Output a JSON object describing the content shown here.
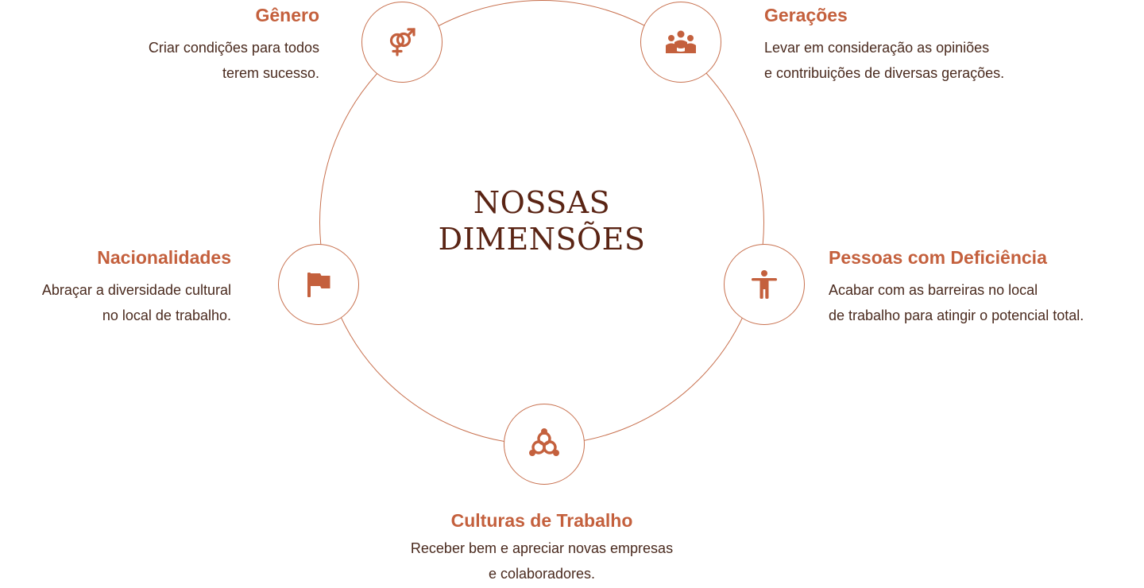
{
  "center": {
    "title": "NOSSAS\nDIMENSÕES"
  },
  "colors": {
    "accent": "#c4603d",
    "ring": "#c8714f",
    "title": "#5a2414",
    "text": "#4a2a1e"
  },
  "dimensions": [
    {
      "key": "genero",
      "icon": "gender-symbols-icon",
      "title": "Gênero",
      "description": "Criar condições para todos\nterem sucesso."
    },
    {
      "key": "geracoes",
      "icon": "people-group-icon",
      "title": "Gerações",
      "description": "Levar em consideração as opiniões\ne contribuições de diversas gerações."
    },
    {
      "key": "nacionalidades",
      "icon": "flag-icon",
      "title": "Nacionalidades",
      "description": "Abraçar a diversidade cultural\nno local de trabalho."
    },
    {
      "key": "deficiencia",
      "icon": "accessibility-icon",
      "title": "Pessoas com Deficiência",
      "description": "Acabar com as barreiras no local\nde trabalho para atingir o potencial total."
    },
    {
      "key": "culturas",
      "icon": "linked-rings-icon",
      "title": "Culturas de Trabalho",
      "description": "Receber bem e apreciar novas empresas\ne colaboradores."
    }
  ]
}
